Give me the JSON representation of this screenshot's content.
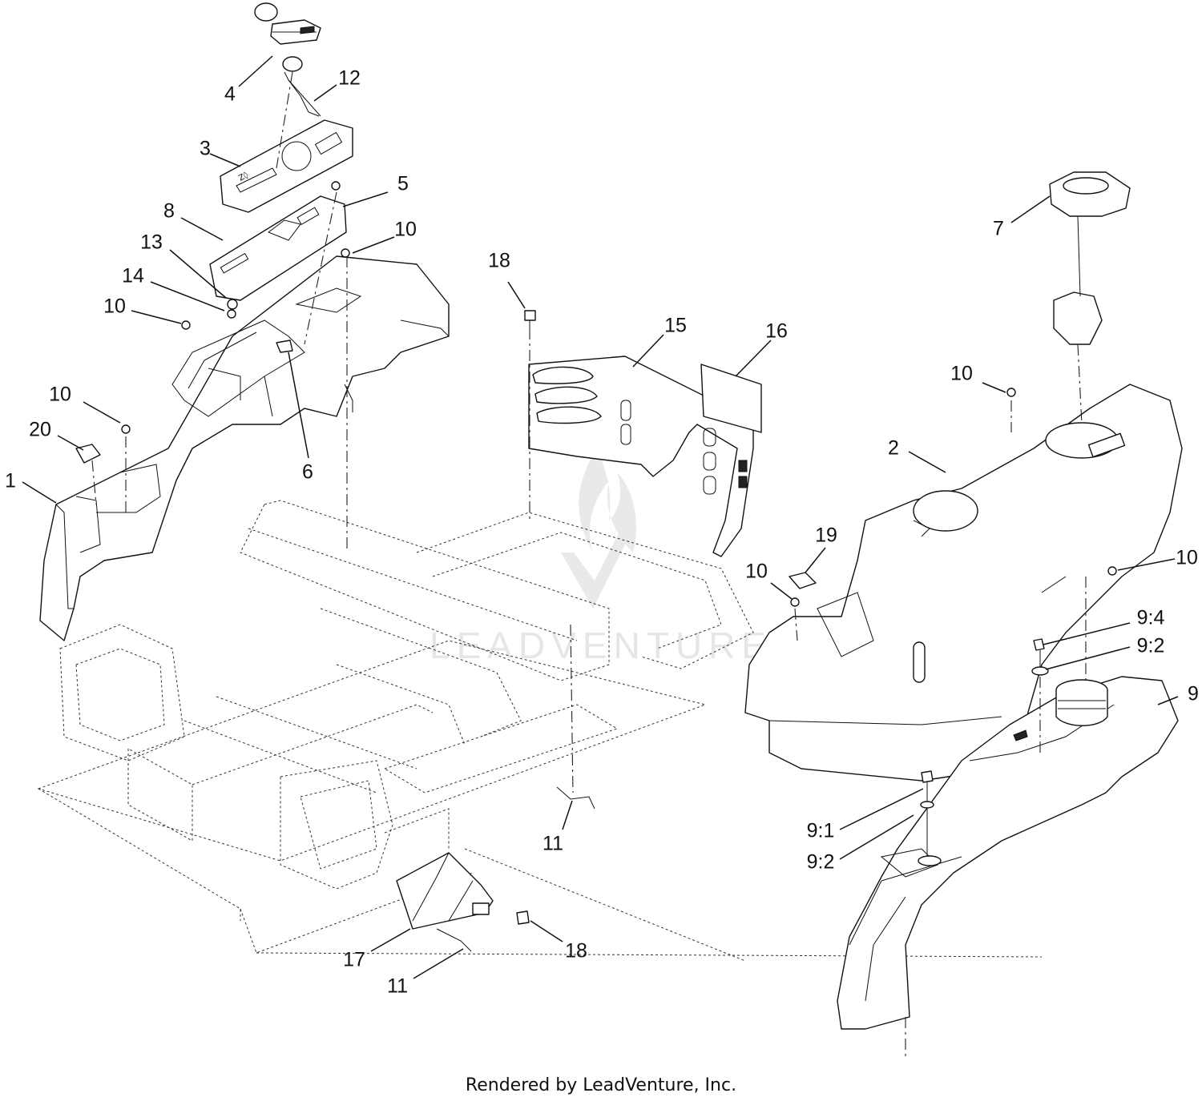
{
  "watermark": "LEADVENTURE",
  "footer": "Rendered by LeadVenture, Inc.",
  "callouts": [
    {
      "id": "c-4",
      "text": "4"
    },
    {
      "id": "c-12",
      "text": "12"
    },
    {
      "id": "c-3",
      "text": "3"
    },
    {
      "id": "c-5",
      "text": "5"
    },
    {
      "id": "c-8",
      "text": "8"
    },
    {
      "id": "c-10a",
      "text": "10"
    },
    {
      "id": "c-13",
      "text": "13"
    },
    {
      "id": "c-14",
      "text": "14"
    },
    {
      "id": "c-10b",
      "text": "10"
    },
    {
      "id": "c-10c",
      "text": "10"
    },
    {
      "id": "c-20",
      "text": "20"
    },
    {
      "id": "c-1",
      "text": "1"
    },
    {
      "id": "c-6",
      "text": "6"
    },
    {
      "id": "c-18a",
      "text": "18"
    },
    {
      "id": "c-15",
      "text": "15"
    },
    {
      "id": "c-16",
      "text": "16"
    },
    {
      "id": "c-7",
      "text": "7"
    },
    {
      "id": "c-10d",
      "text": "10"
    },
    {
      "id": "c-2",
      "text": "2"
    },
    {
      "id": "c-19",
      "text": "19"
    },
    {
      "id": "c-10e",
      "text": "10"
    },
    {
      "id": "c-10f",
      "text": "10"
    },
    {
      "id": "c-9-4",
      "text": "9:4"
    },
    {
      "id": "c-9-2a",
      "text": "9:2"
    },
    {
      "id": "c-9",
      "text": "9"
    },
    {
      "id": "c-9-1",
      "text": "9:1"
    },
    {
      "id": "c-9-2b",
      "text": "9:2"
    },
    {
      "id": "c-11a",
      "text": "11"
    },
    {
      "id": "c-17",
      "text": "17"
    },
    {
      "id": "c-18b",
      "text": "18"
    },
    {
      "id": "c-11b",
      "text": "11"
    }
  ]
}
